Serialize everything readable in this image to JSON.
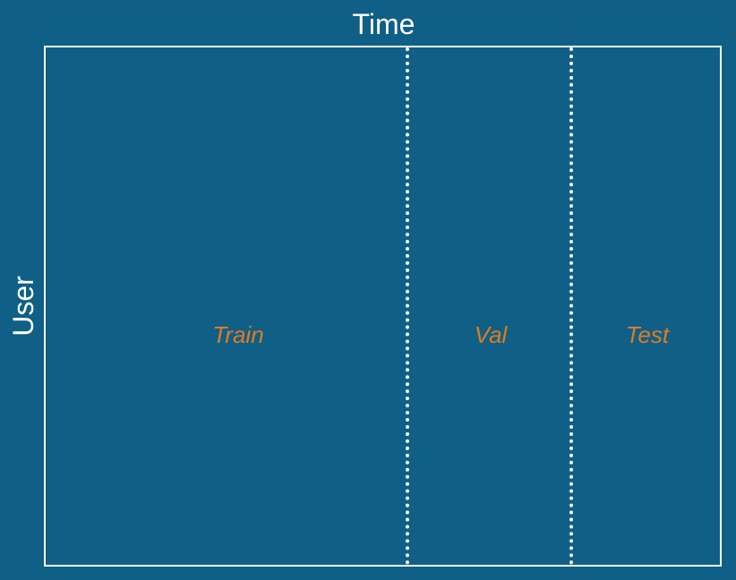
{
  "axes": {
    "x_title": "Time",
    "y_title": "User"
  },
  "segments": [
    {
      "label": "Train"
    },
    {
      "label": "Val"
    },
    {
      "label": "Test"
    }
  ],
  "colors": {
    "background": "#0f5f86",
    "frame": "#ffffff",
    "segment_label": "#e07b22"
  }
}
